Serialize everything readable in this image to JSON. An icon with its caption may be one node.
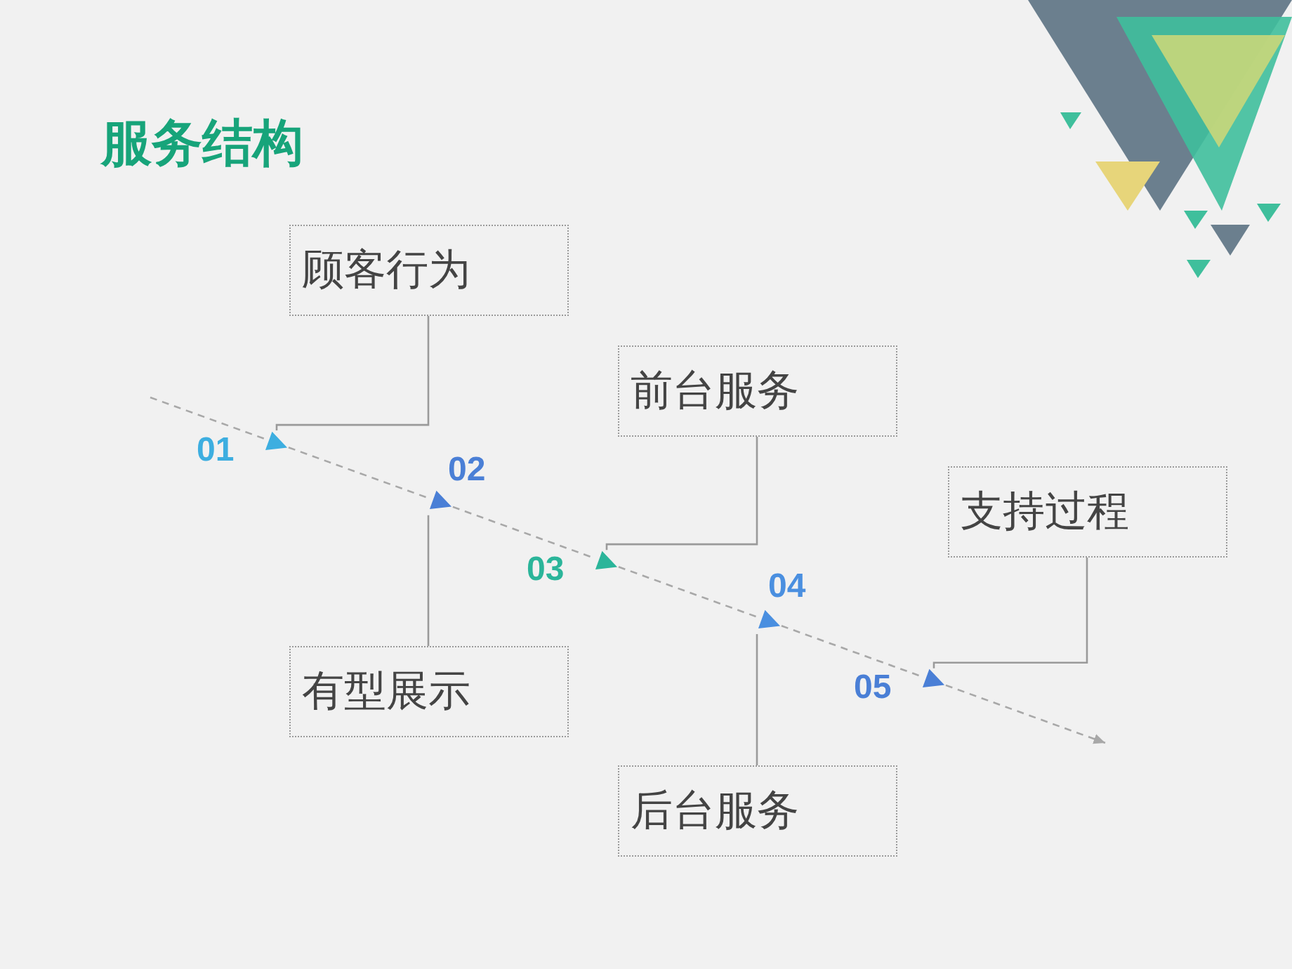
{
  "diagram": {
    "title": "服务结构",
    "nodes": [
      {
        "text": [
          "顾客行为"
        ]
      },
      {
        "text": [
          "前台服务"
        ]
      },
      {
        "text": [
          "支持过程"
        ]
      },
      {
        "text": [
          "有型展示"
        ]
      },
      {
        "text": [
          "后台服务"
        ]
      },
      {
        "text": [],
        "shape": "triangle",
        "beside": [
          "01"
        ]
      },
      {
        "text": [],
        "shape": "triangle",
        "beside": [
          "02"
        ]
      },
      {
        "text": [],
        "shape": "triangle",
        "beside": [
          "03"
        ]
      },
      {
        "text": [],
        "shape": "triangle",
        "beside": [
          "04"
        ]
      },
      {
        "text": [],
        "shape": "triangle",
        "beside": [
          "05"
        ]
      }
    ],
    "edges": [
      {
        "from": null,
        "to": 5,
        "arrow": "none",
        "style": "dashed"
      },
      {
        "from": 5,
        "to": 6,
        "arrow": "none",
        "style": "dashed"
      },
      {
        "from": 6,
        "to": 7,
        "arrow": "none",
        "style": "dashed"
      },
      {
        "from": 7,
        "to": 8,
        "arrow": "none",
        "style": "dashed"
      },
      {
        "from": 8,
        "to": 9,
        "arrow": "none",
        "style": "dashed"
      },
      {
        "from": 9,
        "to": null,
        "arrow": "to",
        "style": "dashed"
      },
      {
        "from": 0,
        "to": 5,
        "arrow": "none"
      },
      {
        "from": 3,
        "to": 6,
        "arrow": "none"
      },
      {
        "from": 1,
        "to": 7,
        "arrow": "none"
      },
      {
        "from": 4,
        "to": 8,
        "arrow": "none"
      },
      {
        "from": 2,
        "to": 9,
        "arrow": "none"
      }
    ]
  }
}
